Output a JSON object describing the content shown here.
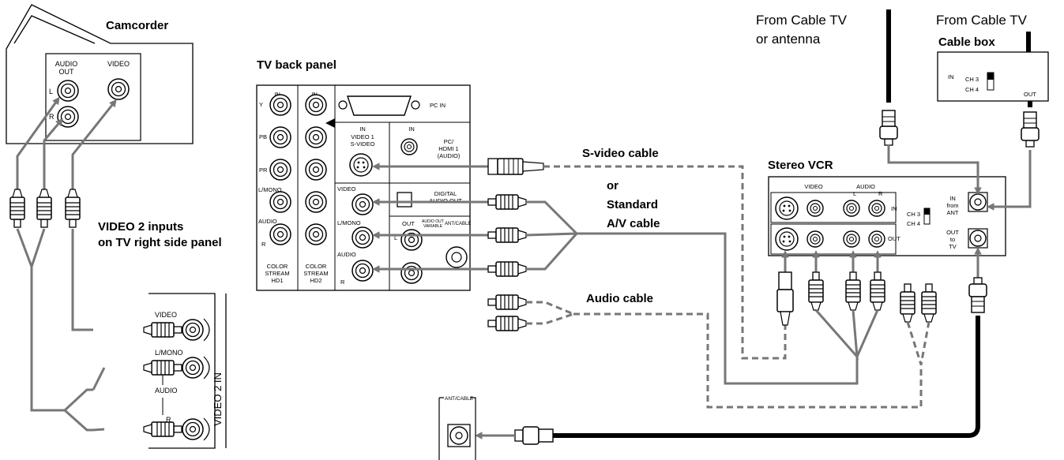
{
  "camcorder": {
    "title": "Camcorder",
    "audio_out": [
      "AUDIO",
      "OUT"
    ],
    "video": "VIDEO",
    "l": "L",
    "r": "R"
  },
  "tv_back_panel": {
    "title": "TV back panel",
    "in_left": "IN",
    "in_right": "IN",
    "y": "Y",
    "pb": "PB",
    "pr": "PR",
    "lmono": "L/MONO",
    "audio": "AUDIO",
    "r": "R",
    "color_stream_hd1": [
      "COLOR",
      "STREAM",
      "HD1"
    ],
    "color_stream_hd2": [
      "COLOR",
      "STREAM",
      "HD2"
    ],
    "pc_in": "PC IN",
    "in_mid": "IN",
    "in_pc": "IN",
    "video1": [
      "VIDEO 1",
      "S-VIDEO"
    ],
    "pc_hdmi": [
      "PC/",
      "HDMI 1",
      "(AUDIO)"
    ],
    "video": "VIDEO",
    "digital_audio_out": [
      "DIGITAL",
      "AUDIO OUT"
    ],
    "out": "OUT",
    "audio_out_variable": [
      "AUDIO OUT",
      "VARIABLE"
    ],
    "ant_cable": "ANT/CABLE",
    "l": "L"
  },
  "cables": {
    "svideo": "S-video cable",
    "or": "or",
    "standard": "Standard",
    "av": "A/V cable",
    "audio": "Audio cable"
  },
  "side_panel": {
    "title": [
      "VIDEO 2 inputs",
      "on TV right side panel"
    ],
    "video": "VIDEO",
    "lmono": "L/MONO",
    "audio": "AUDIO",
    "r": "R",
    "video2in": "VIDEO 2 IN"
  },
  "vcr": {
    "title": "Stereo VCR",
    "video": "VIDEO",
    "audio": "AUDIO",
    "l": "L",
    "r": "R",
    "in": "IN",
    "out": "OUT",
    "ch3": "CH 3",
    "ch4": "CH 4",
    "in_from_ant": [
      "IN",
      "from",
      "ANT"
    ],
    "out_to_tv": [
      "OUT",
      "to",
      "TV"
    ]
  },
  "cable_source": {
    "from_cable_antenna": [
      "From Cable TV",
      "or antenna"
    ],
    "from_cable": "From Cable TV"
  },
  "cable_box": {
    "title": "Cable box",
    "in": "IN",
    "ch3": "CH 3",
    "ch4": "CH 4",
    "out": "OUT"
  },
  "ant_panel": {
    "label": "ANT/CABLE"
  }
}
